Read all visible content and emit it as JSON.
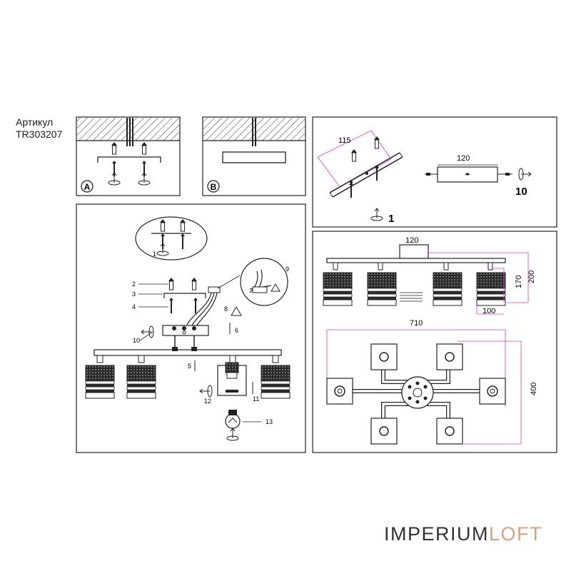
{
  "sku": {
    "label": "Артикул",
    "value": "TR303207"
  },
  "brand": {
    "part1": "IMPERIUM",
    "part2": "LOFT",
    "accent_color": "#d8a27e"
  },
  "panel_a": {
    "badge": "A"
  },
  "panel_b": {
    "badge": "B"
  },
  "assembly": {
    "callouts": [
      "1",
      "2",
      "3",
      "4",
      "5",
      "6",
      "8",
      "9",
      "10",
      "11",
      "12",
      "13"
    ]
  },
  "bracket_detail": {
    "dim_115": "115",
    "dim_120": "120",
    "label_1": "1",
    "label_10": "10"
  },
  "dimensions": {
    "canopy_width": "120",
    "height_170": "170",
    "height_200": "200",
    "shade_width": "100",
    "length": "710",
    "width": "400",
    "dim_color": "#e040b0"
  }
}
